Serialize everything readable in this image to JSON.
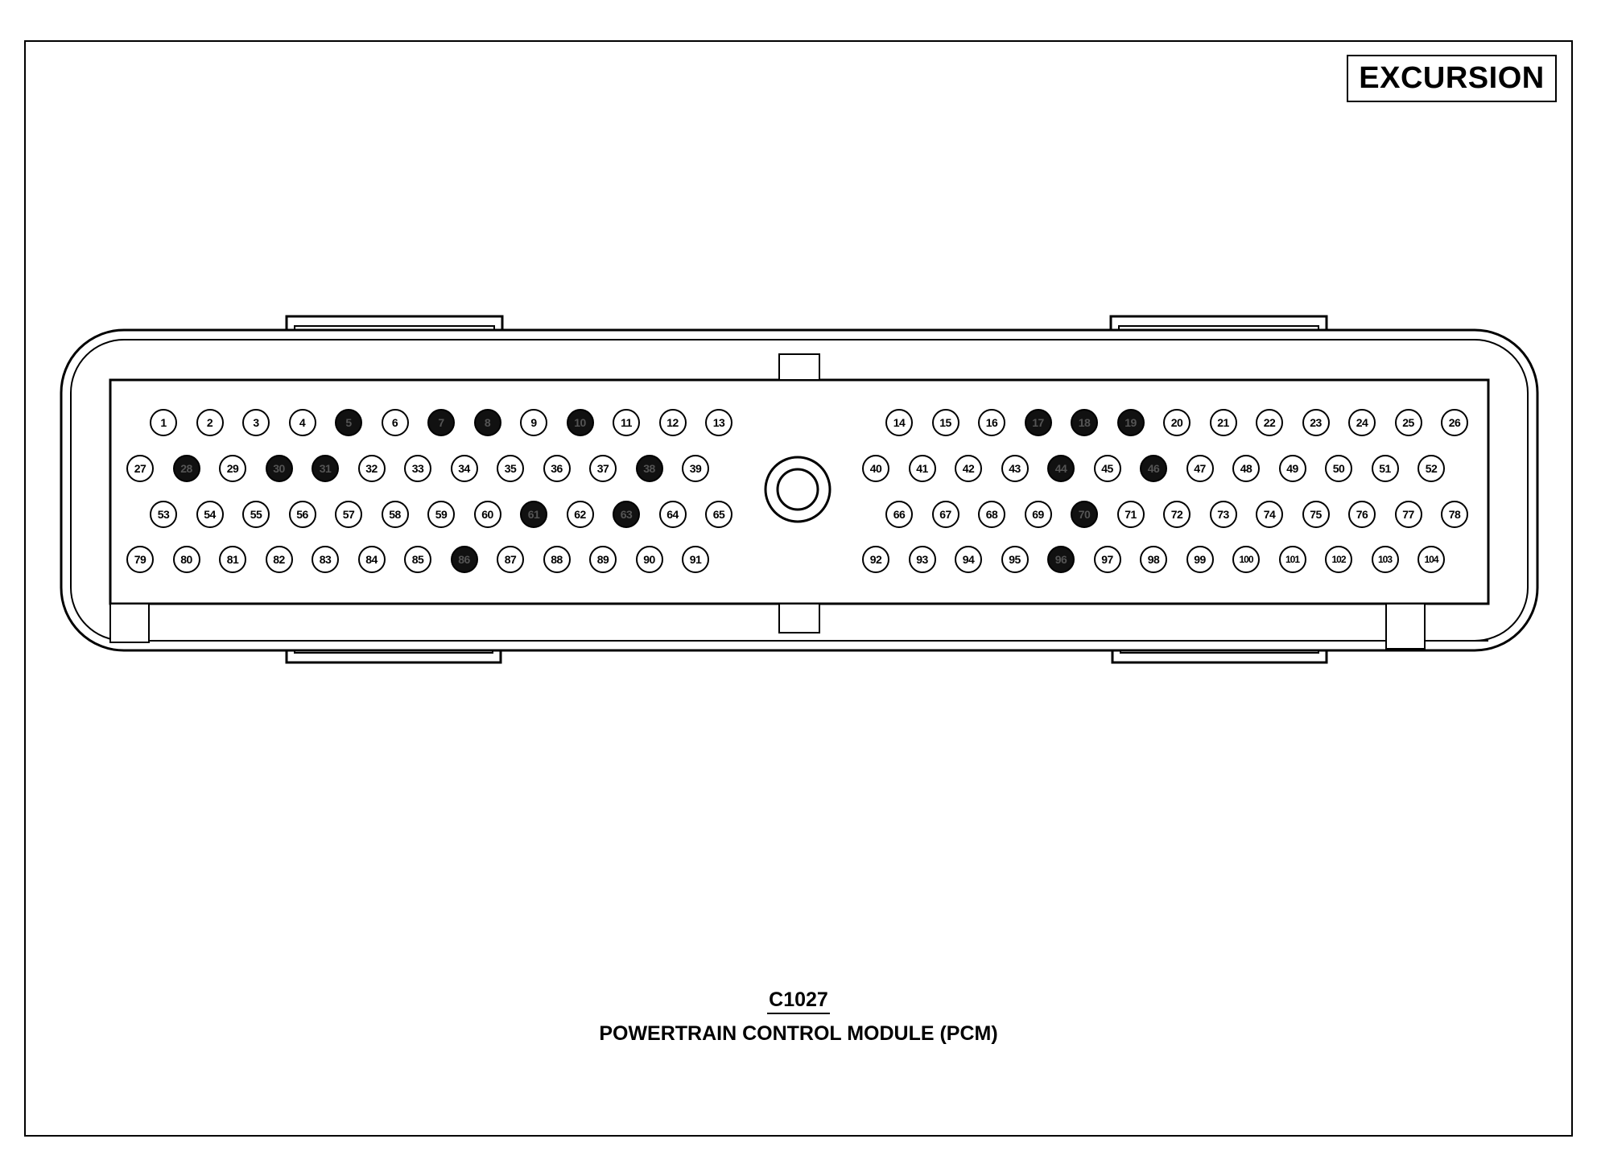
{
  "badge": {
    "text": "EXCURSION"
  },
  "caption": {
    "connector_id": "C1027",
    "module_name": "POWERTRAIN CONTROL MODULE (PCM)"
  },
  "colors": {
    "line": "#000000",
    "filled_pin": "#111111",
    "background": "#ffffff"
  },
  "pins": {
    "rows": [
      {
        "left": [
          "1",
          "2",
          "3",
          "4",
          "5",
          "6",
          "7",
          "8",
          "9",
          "10",
          "11",
          "12",
          "13"
        ],
        "right": [
          "14",
          "15",
          "16",
          "17",
          "18",
          "19",
          "20",
          "21",
          "22",
          "23",
          "24",
          "25",
          "26"
        ]
      },
      {
        "left": [
          "27",
          "28",
          "29",
          "30",
          "31",
          "32",
          "33",
          "34",
          "35",
          "36",
          "37",
          "38",
          "39"
        ],
        "right": [
          "40",
          "41",
          "42",
          "43",
          "44",
          "45",
          "46",
          "47",
          "48",
          "49",
          "50",
          "51",
          "52"
        ]
      },
      {
        "left": [
          "53",
          "54",
          "55",
          "56",
          "57",
          "58",
          "59",
          "60",
          "61",
          "62",
          "63",
          "64",
          "65"
        ],
        "right": [
          "66",
          "67",
          "68",
          "69",
          "70",
          "71",
          "72",
          "73",
          "74",
          "75",
          "76",
          "77",
          "78"
        ]
      },
      {
        "left": [
          "79",
          "80",
          "81",
          "82",
          "83",
          "84",
          "85",
          "86",
          "87",
          "88",
          "89",
          "90",
          "91"
        ],
        "right": [
          "92",
          "93",
          "94",
          "95",
          "96",
          "97",
          "98",
          "99",
          "100",
          "101",
          "102",
          "103",
          "104"
        ]
      }
    ],
    "filled": [
      "5",
      "7",
      "8",
      "10",
      "17",
      "18",
      "19",
      "28",
      "30",
      "31",
      "38",
      "44",
      "46",
      "61",
      "63",
      "70",
      "86",
      "96"
    ]
  }
}
